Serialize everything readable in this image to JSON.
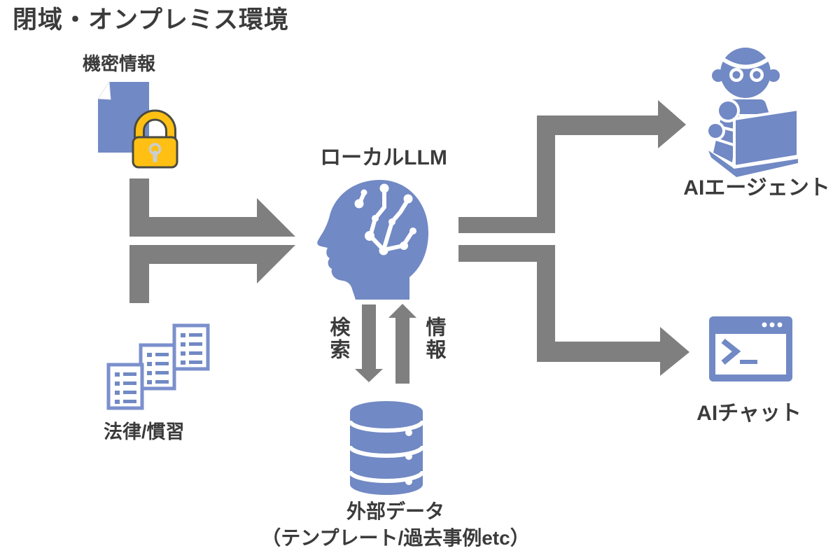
{
  "title": "閉域・オンプレミス環境",
  "colors": {
    "icon_blue": "#7189C4",
    "doc_outline_blue": "#7B90CC",
    "arrow_gray": "#7F7F7F",
    "text_dark": "#3B3B3B",
    "lock_gold": "#FFC013",
    "lock_outline": "#4A4A40",
    "background": "#FFFFFF"
  },
  "nodes": {
    "confidential": {
      "label": "機密情報"
    },
    "laws": {
      "label": "法律/慣習"
    },
    "llm": {
      "label": "ローカルLLM"
    },
    "external_data": {
      "label": "外部データ",
      "sublabel": "（テンプレート/過去事例etc）"
    },
    "ai_agent": {
      "label": "AIエージェント"
    },
    "ai_chat": {
      "label": "AIチャット"
    }
  },
  "edges": {
    "search": "検索",
    "info": "情報"
  }
}
